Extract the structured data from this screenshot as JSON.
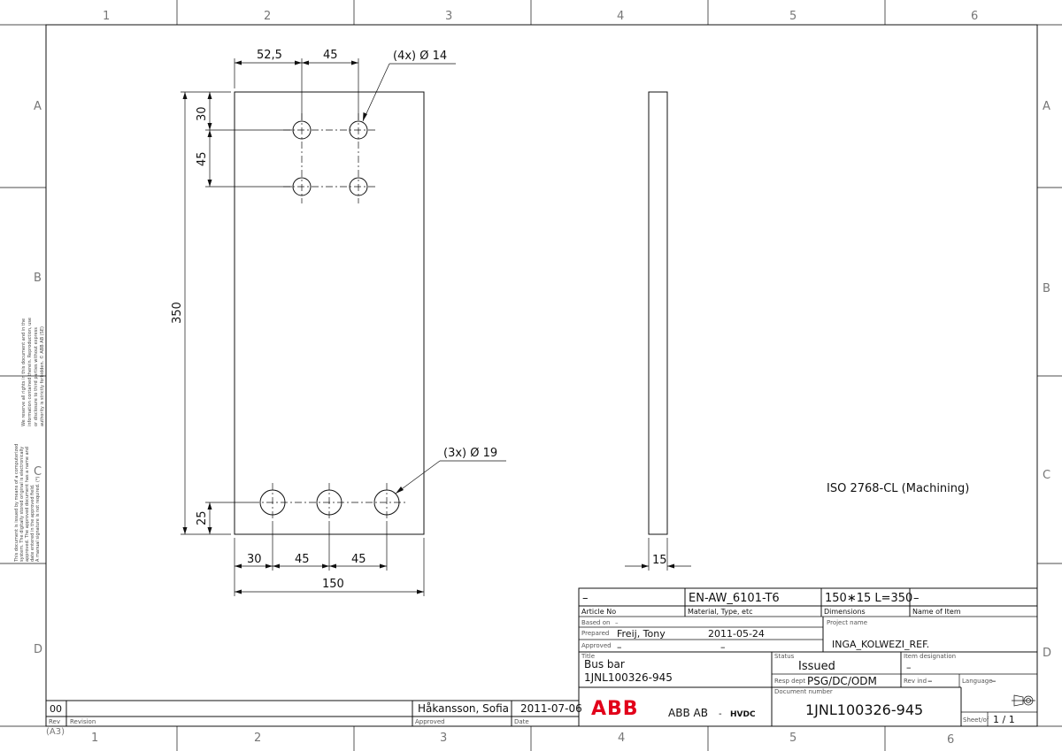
{
  "grid": {
    "columns_top": [
      "1",
      "2",
      "3",
      "4",
      "5",
      "6"
    ],
    "columns_bottom": [
      "1",
      "2",
      "3",
      "4",
      "5",
      "6"
    ],
    "rows": [
      "A",
      "B",
      "C",
      "D"
    ],
    "format": "(A3)"
  },
  "drawing": {
    "dims": {
      "top_left": "52,5",
      "top_pitch": "45",
      "small_holes": "(4x)  Ø  14",
      "from_top": "30",
      "row_pitch": "45",
      "height": "350",
      "large_holes": "(3x)  Ø  19",
      "from_bottom": "25",
      "bottom_left": "30",
      "bottom_pitch_1": "45",
      "bottom_pitch_2": "45",
      "width": "150",
      "thickness": "15"
    },
    "tolerance_note": "ISO  2768-CL  (Machining)"
  },
  "side_notes": {
    "note_1": [
      "We reserve all rights in this document and in the",
      "information contained therein. Reproduction, use",
      "or disclosure to third parties without express",
      "authority is strictly forbidden.   © ABB AB  (SE)"
    ],
    "note_2": [
      "This document is issued by means of a computerized",
      "system. The digitally stored original is electronically",
      "approved. The approved document has a name and",
      "date entered in the approved field.",
      "A manual signature is not required.     (*)"
    ]
  },
  "revision": {
    "rev": "00",
    "approved_by": "Håkansson, Sofia",
    "date": "2011-07-06",
    "label_rev": "Rev",
    "label_revision": "Revision",
    "label_approved": "Approved",
    "label_date": "Date"
  },
  "title_block": {
    "article_no": "–",
    "article_no_label": "Article No",
    "material": "EN-AW_6101-T6",
    "material_label": "Material, Type, etc",
    "dimensions": "150∗15  L=350",
    "dimensions_label": "Dimensions",
    "item_name": "–",
    "item_name_label": "Name of Item",
    "based_on_label": "Based on",
    "based_on": "–",
    "prepared_label": "Prepared",
    "prepared_by": "Freij, Tony",
    "prepared_date": "2011-05-24",
    "approved_label": "Approved",
    "approved_by": "–",
    "approved_date": "–",
    "project_label": "Project name",
    "project": "INGA_KOLWEZI_REF.",
    "title_label": "Title",
    "title_1": "Bus bar",
    "title_2": "1JNL100326-945",
    "status_label": "Status",
    "status": "Issued",
    "item_designation_label": "Item designation",
    "item_designation": "–",
    "resp_dept_label": "Resp dept",
    "resp_dept": "PSG/DC/ODM",
    "rev_ind_label": "Rev ind",
    "rev_ind": "–",
    "language_label": "Language",
    "language": "–",
    "logo": "ABB",
    "company": "ABB AB",
    "company_sep": "-",
    "division": "HVDC",
    "doc_number_label": "Document number",
    "doc_number": "1JNL100326-945",
    "sheet_label": "Sheet/of",
    "sheet": "1  /  1",
    "projection_icon": "third-angle-projection-icon"
  }
}
